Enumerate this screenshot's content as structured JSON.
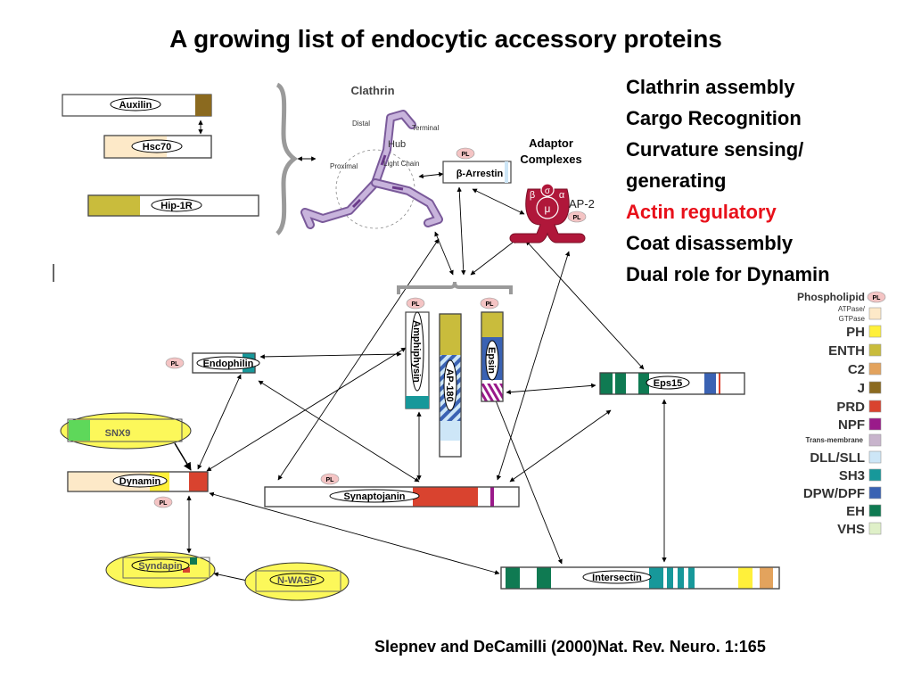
{
  "title": "A growing list of endocytic accessory proteins",
  "roles": [
    {
      "text": "Clathrin assembly",
      "color": "#000000"
    },
    {
      "text": "Cargo Recognition",
      "color": "#000000"
    },
    {
      "text": "Curvature sensing/",
      "color": "#000000"
    },
    {
      "text": "generating",
      "color": "#000000"
    },
    {
      "text": "Actin regulatory",
      "color": "#e8101a"
    },
    {
      "text": "Coat disassembly",
      "color": "#000000"
    },
    {
      "text": "Dual role for Dynamin",
      "color": "#000000"
    }
  ],
  "citation": "Slepnev and DeCamilli (2000)Nat. Rev. Neuro. 1:165",
  "clathrin": {
    "label": "Clathrin",
    "distal": "Distal",
    "terminal": "Terminal",
    "hub": "Hub",
    "proximal": "Proximal",
    "light_chain": "Light Chain"
  },
  "adaptor": {
    "label_line1": "Adaptor",
    "label_line2": "Complexes",
    "ap2": "AP-2",
    "beta": "β",
    "sigma": "σ",
    "alpha": "α",
    "mu": "μ"
  },
  "pl": "PL",
  "proteins": {
    "auxilin": "Auxilin",
    "hsc70": "Hsc70",
    "hip1r": "Hip-1R",
    "arrestin": "β-Arrestin",
    "amphiphysin": "Amphiphysin",
    "ap180": "AP-180",
    "epsin": "Epsin",
    "endophilin": "Endophilin",
    "eps15": "Eps15",
    "snx9": "SNX9",
    "dynamin": "Dynamin",
    "synaptojanin": "Synaptojanin",
    "syndapin": "Syndapin",
    "nwasp": "N-WASP",
    "intersectin": "Intersectin"
  },
  "legend": [
    {
      "label": "Phospholipid",
      "color": "",
      "kind": "pl"
    },
    {
      "label": "ATPase/",
      "label2": "GTPase",
      "color": "#fde9c8",
      "kind": "small"
    },
    {
      "label": "PH",
      "color": "#fff03a",
      "kind": "big"
    },
    {
      "label": "ENTH",
      "color": "#c9bc3c",
      "kind": "big"
    },
    {
      "label": "C2",
      "color": "#e3a35d",
      "kind": "big"
    },
    {
      "label": "J",
      "color": "#8b6a1f",
      "kind": "big"
    },
    {
      "label": "PRD",
      "color": "#d9432f",
      "kind": "big"
    },
    {
      "label": "NPF",
      "color": "#9a1a8a",
      "kind": "big"
    },
    {
      "label": "Trans-membrane",
      "color": "#c8b4cc",
      "kind": "tiny"
    },
    {
      "label": "DLL/SLL",
      "color": "#cde6f7",
      "kind": "big"
    },
    {
      "label": "SH3",
      "color": "#17989a",
      "kind": "big"
    },
    {
      "label": "DPW/DPF",
      "color": "#3a62b3",
      "kind": "big"
    },
    {
      "label": "EH",
      "color": "#0f7a52",
      "kind": "big"
    },
    {
      "label": "VHS",
      "color": "#dff0c8",
      "kind": "big"
    }
  ]
}
